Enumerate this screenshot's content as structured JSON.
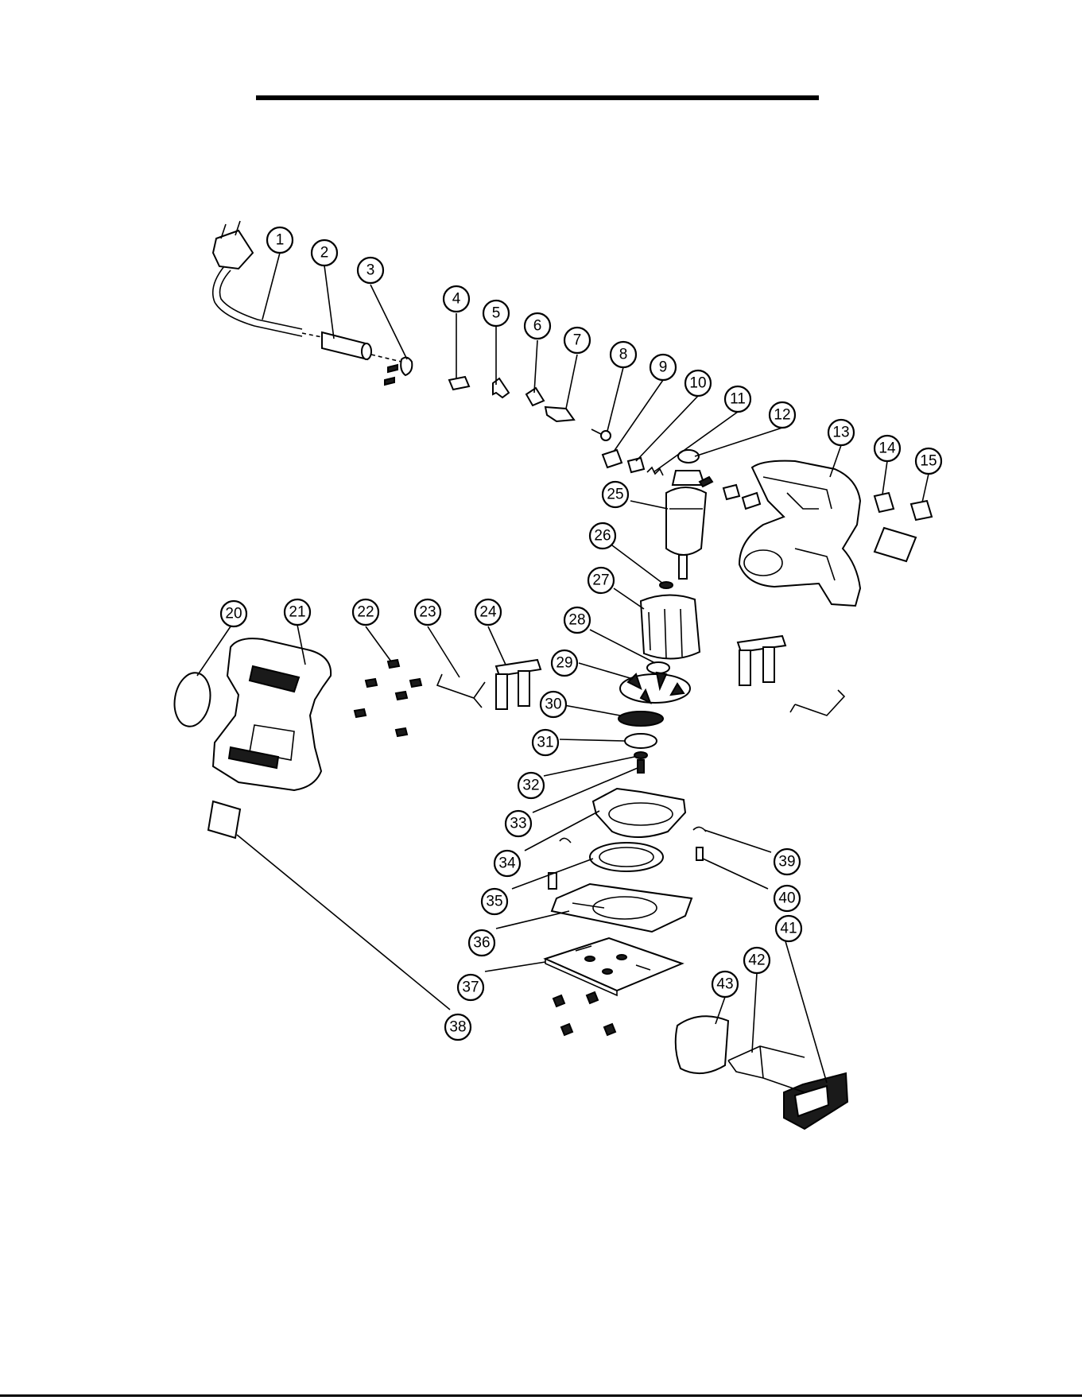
{
  "diagram": {
    "callouts": [
      {
        "label": "1"
      },
      {
        "label": "2"
      },
      {
        "label": "3"
      },
      {
        "label": "4"
      },
      {
        "label": "5"
      },
      {
        "label": "6"
      },
      {
        "label": "7"
      },
      {
        "label": "8"
      },
      {
        "label": "9"
      },
      {
        "label": "10"
      },
      {
        "label": "11"
      },
      {
        "label": "12"
      },
      {
        "label": "13"
      },
      {
        "label": "14"
      },
      {
        "label": "15"
      },
      {
        "label": "20"
      },
      {
        "label": "21"
      },
      {
        "label": "22"
      },
      {
        "label": "23"
      },
      {
        "label": "24"
      },
      {
        "label": "25"
      },
      {
        "label": "26"
      },
      {
        "label": "27"
      },
      {
        "label": "28"
      },
      {
        "label": "29"
      },
      {
        "label": "30"
      },
      {
        "label": "31"
      },
      {
        "label": "32"
      },
      {
        "label": "33"
      },
      {
        "label": "34"
      },
      {
        "label": "35"
      },
      {
        "label": "36"
      },
      {
        "label": "37"
      },
      {
        "label": "38"
      },
      {
        "label": "39"
      },
      {
        "label": "40"
      },
      {
        "label": "41"
      },
      {
        "label": "42"
      },
      {
        "label": "43"
      }
    ]
  }
}
